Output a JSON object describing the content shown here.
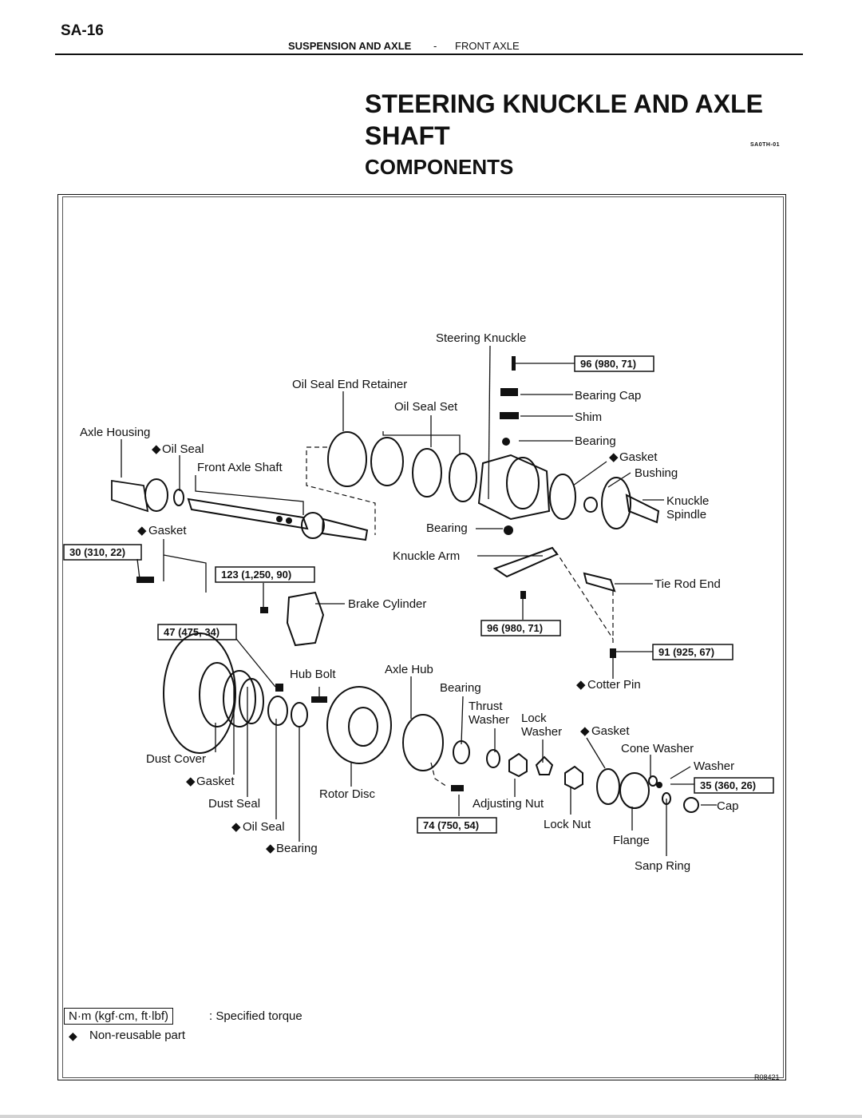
{
  "header": {
    "page_number": "SA-16",
    "section": "SUSPENSION AND AXLE",
    "separator": "-",
    "subsection": "FRONT AXLE"
  },
  "title": "STEERING KNUCKLE AND AXLE SHAFT",
  "code": "SA0TH-01",
  "subtitle": "COMPONENTS",
  "labels": {
    "steering_knuckle": "Steering Knuckle",
    "oil_seal_end_retainer": "Oil Seal End Retainer",
    "oil_seal_set": "Oil Seal Set",
    "axle_housing": "Axle Housing",
    "oil_seal": "Oil Seal",
    "front_axle_shaft": "Front Axle Shaft",
    "bearing_cap": "Bearing Cap",
    "shim": "Shim",
    "bearing": "Bearing",
    "gasket": "Gasket",
    "bushing": "Bushing",
    "knuckle": "Knuckle",
    "spindle": "Spindle",
    "knuckle_arm": "Knuckle Arm",
    "tie_rod_end": "Tie Rod End",
    "brake_cylinder": "Brake Cylinder",
    "hub_bolt": "Hub Bolt",
    "axle_hub": "Axle Hub",
    "cotter_pin": "Cotter Pin",
    "thrust": "Thrust",
    "washer": "Washer",
    "lock": "Lock",
    "cone_washer": "Cone Washer",
    "dust_cover": "Dust Cover",
    "dust_seal": "Dust Seal",
    "rotor_disc": "Rotor Disc",
    "adjusting_nut": "Adjusting Nut",
    "lock_nut": "Lock Nut",
    "flange": "Flange",
    "snap_ring": "Sanp Ring",
    "cap": "Cap",
    "diamond": "◆"
  },
  "torques": {
    "t96a": "96 (980, 71)",
    "t30": "30 (310, 22)",
    "t123": "123 (1,250, 90)",
    "t96b": "96 (980, 71)",
    "t47": "47 (475, 34)",
    "t91": "91 (925, 67)",
    "t35": "35 (360, 26)",
    "t74": "74 (750, 54)"
  },
  "legend": {
    "torque_unit": "N·m (kgf·cm, ft·lbf)",
    "torque_text": ": Specified torque",
    "diamond": "◆",
    "nonreusable_text": "Non-reusable part"
  },
  "figure_ref": "R08421"
}
